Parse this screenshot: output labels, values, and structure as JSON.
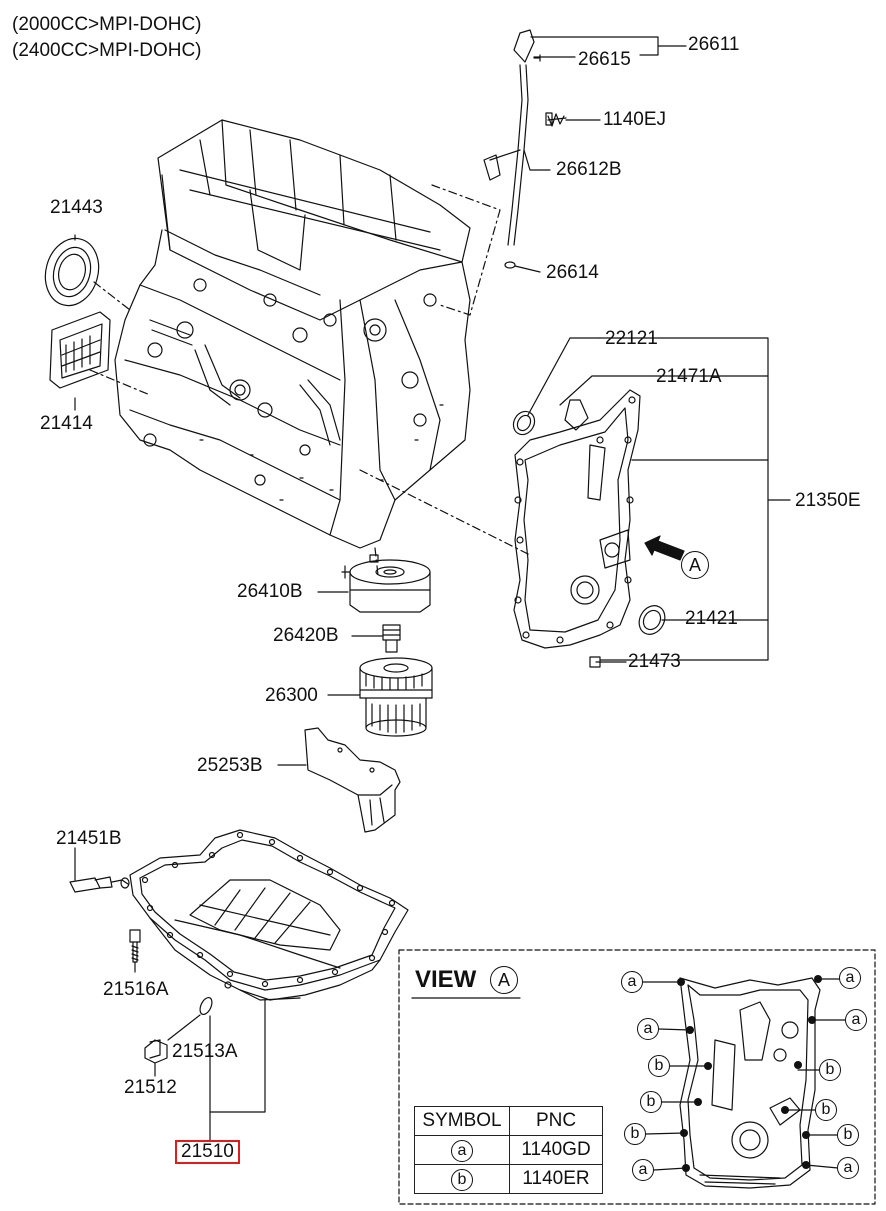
{
  "header": {
    "line1": "(2000CC>MPI-DOHC)",
    "line2": "(2400CC>MPI-DOHC)"
  },
  "parts": {
    "p26611": "26611",
    "p26615": "26615",
    "p1140EJ": "1140EJ",
    "p26612B": "26612B",
    "p26614": "26614",
    "p21443": "21443",
    "p21414": "21414",
    "p22121": "22121",
    "p21471A": "21471A",
    "p21350E": "21350E",
    "p26410B": "26410B",
    "p21421": "21421",
    "p26420B": "26420B",
    "p21473": "21473",
    "p26300": "26300",
    "p25253B": "25253B",
    "p21451B": "21451B",
    "p21516A": "21516A",
    "p21513A": "21513A",
    "p21512": "21512",
    "p21510": "21510"
  },
  "view_marker": "A",
  "view_box": {
    "title": "VIEW",
    "circle": "A",
    "callout_a": "a",
    "callout_b": "b"
  },
  "symbol_table": {
    "headers": [
      "SYMBOL",
      "PNC"
    ],
    "rows": [
      {
        "symbol": "a",
        "pnc": "1140GD"
      },
      {
        "symbol": "b",
        "pnc": "1140ER"
      }
    ]
  },
  "colors": {
    "highlight": "#e21b1b",
    "line": "#111111"
  }
}
